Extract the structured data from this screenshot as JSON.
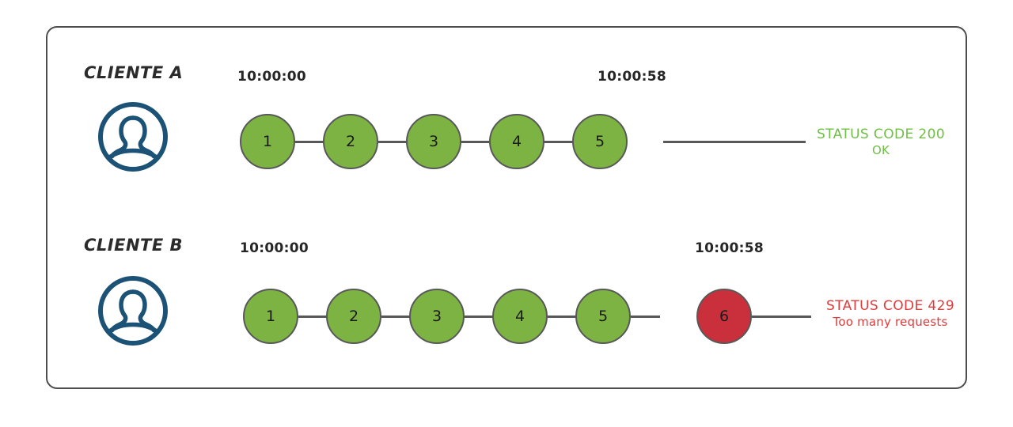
{
  "diagram": {
    "title_present": false,
    "colors": {
      "frame_border": "#4d4d4d",
      "node_ok_fill": "#7cb342",
      "node_error_fill": "#c9303c",
      "node_border": "#585858",
      "connector": "#585858",
      "avatar": "#1b5276",
      "status_ok_text": "#6fbf44",
      "status_error_text": "#e03b3b",
      "timestamp_text": "#262626",
      "label_text": "#2b2b2b"
    }
  },
  "rows": [
    {
      "id": "client-a",
      "label": "CLIENTE A",
      "avatar_icon": "user-avatar-icon",
      "start_time": "10:00:00",
      "end_time": "10:00:58",
      "nodes": [
        {
          "number": "1",
          "state": "ok"
        },
        {
          "number": "2",
          "state": "ok"
        },
        {
          "number": "3",
          "state": "ok"
        },
        {
          "number": "4",
          "state": "ok"
        },
        {
          "number": "5",
          "state": "ok"
        }
      ],
      "status": {
        "state": "ok",
        "line1": "STATUS CODE 200",
        "line2": "OK"
      }
    },
    {
      "id": "client-b",
      "label": "CLIENTE B",
      "avatar_icon": "user-avatar-icon",
      "start_time": "10:00:00",
      "end_time": "10:00:58",
      "nodes": [
        {
          "number": "1",
          "state": "ok"
        },
        {
          "number": "2",
          "state": "ok"
        },
        {
          "number": "3",
          "state": "ok"
        },
        {
          "number": "4",
          "state": "ok"
        },
        {
          "number": "5",
          "state": "ok"
        },
        {
          "number": "6",
          "state": "error"
        }
      ],
      "status": {
        "state": "error",
        "line1": "STATUS CODE 429",
        "line2": "Too many requests"
      }
    }
  ]
}
